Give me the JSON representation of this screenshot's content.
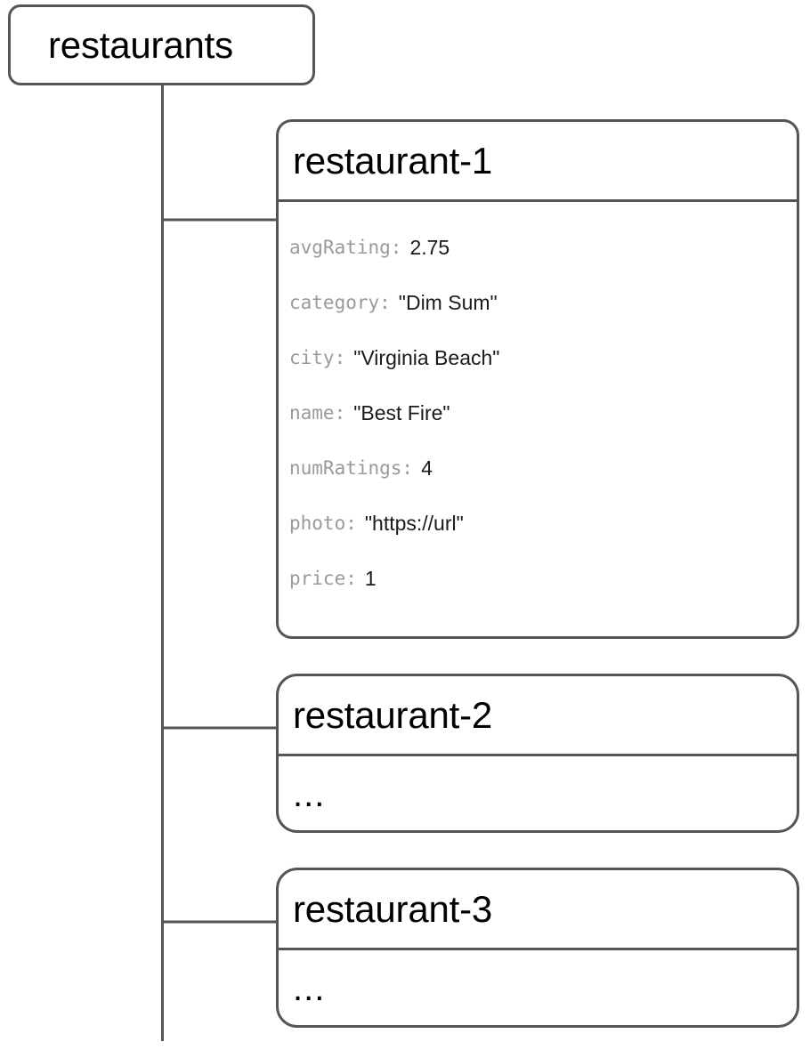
{
  "diagram": {
    "type": "collection-document-tree",
    "colors": {
      "stroke": "#555555",
      "key_text": "#9a9a9a",
      "value_text": "#1a1a1a",
      "title_text": "#000000",
      "background": "#ffffff"
    }
  },
  "root": {
    "label": "restaurants"
  },
  "documents": [
    {
      "id": "restaurant-1",
      "expanded": true,
      "fields": [
        {
          "key": "avgRating:",
          "value": "2.75"
        },
        {
          "key": "category:",
          "value": "\"Dim Sum\""
        },
        {
          "key": "city:",
          "value": "\"Virginia Beach\""
        },
        {
          "key": "name:",
          "value": "\"Best Fire\""
        },
        {
          "key": "numRatings:",
          "value": "4"
        },
        {
          "key": "photo:",
          "value": "\"https://url\""
        },
        {
          "key": "price:",
          "value": "1"
        }
      ]
    },
    {
      "id": "restaurant-2",
      "expanded": false,
      "ellipsis": "..."
    },
    {
      "id": "restaurant-3",
      "expanded": false,
      "ellipsis": "..."
    }
  ]
}
